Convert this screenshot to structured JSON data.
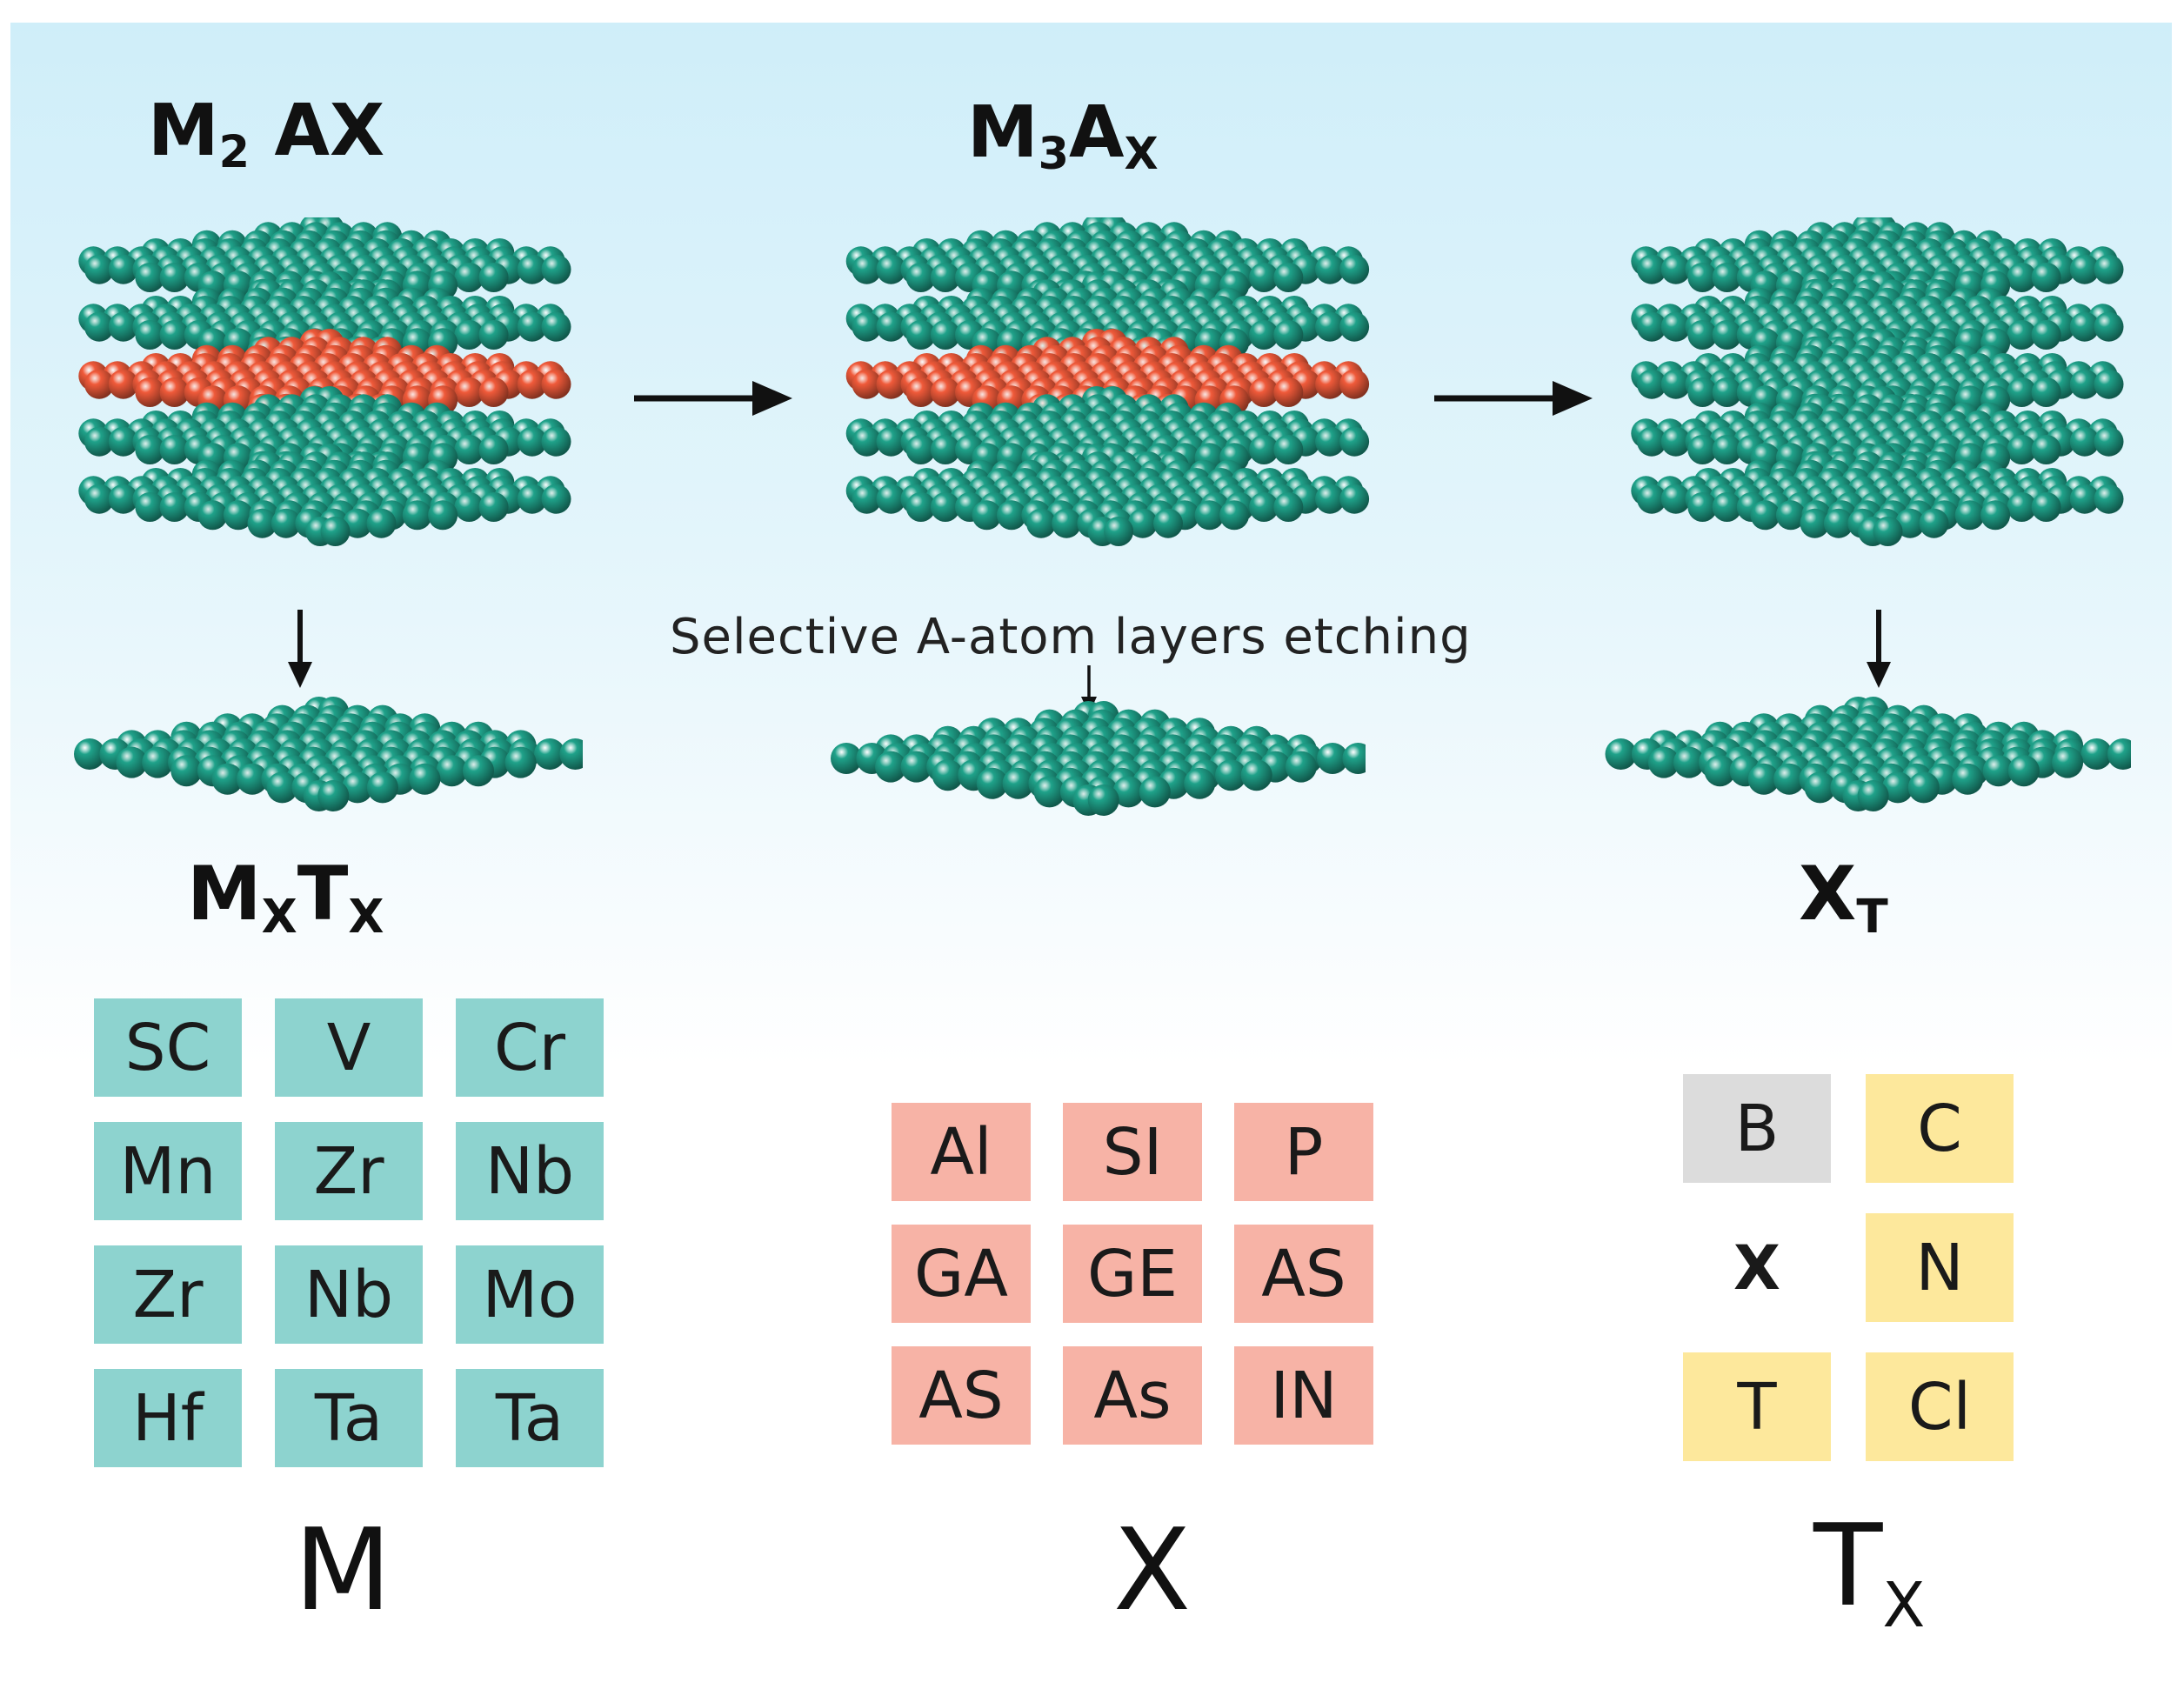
{
  "diagram": {
    "top_labels": {
      "m2ax": {
        "base": "M",
        "sub": "2",
        "rest": "AX"
      },
      "m3ax": {
        "base": "M",
        "sub": "3",
        "rest": "A",
        "sub2": "X"
      }
    },
    "bottom_labels": {
      "mxtx": {
        "b1": "M",
        "s1": "X",
        "b2": "T",
        "s2": "X"
      },
      "xt": {
        "base": "X",
        "sub": "T"
      }
    },
    "caption": "Selective A-atom layers etching",
    "colors": {
      "teal_atom": "#1fa28a",
      "orange_atom": "#f05a3a",
      "m_tile": "#8dd3cf",
      "x_tile": "#f7b3a6",
      "tx_gray": "#dcdcdc",
      "tx_yellow": "#fde89c"
    }
  },
  "tables": {
    "m": {
      "title": "M",
      "cells": [
        "SC",
        "V",
        "Cr",
        "Mn",
        "Zr",
        "Nb",
        "Zr",
        "Nb",
        "Mo",
        "Hf",
        "Ta",
        "Ta"
      ]
    },
    "x": {
      "title": "X",
      "cells": [
        "Al",
        "SI",
        "P",
        "GA",
        "GE",
        "AS",
        "AS",
        "As",
        "IN"
      ]
    },
    "tx": {
      "title_base": "T",
      "title_sub": "X",
      "cells": [
        {
          "text": "B",
          "color": "gray"
        },
        {
          "text": "C",
          "color": "yellow"
        },
        {
          "text": "X",
          "color": "none"
        },
        {
          "text": "N",
          "color": "yellow"
        },
        {
          "text": "T",
          "color": "yellow"
        },
        {
          "text": "Cl",
          "color": "yellow"
        }
      ]
    }
  }
}
